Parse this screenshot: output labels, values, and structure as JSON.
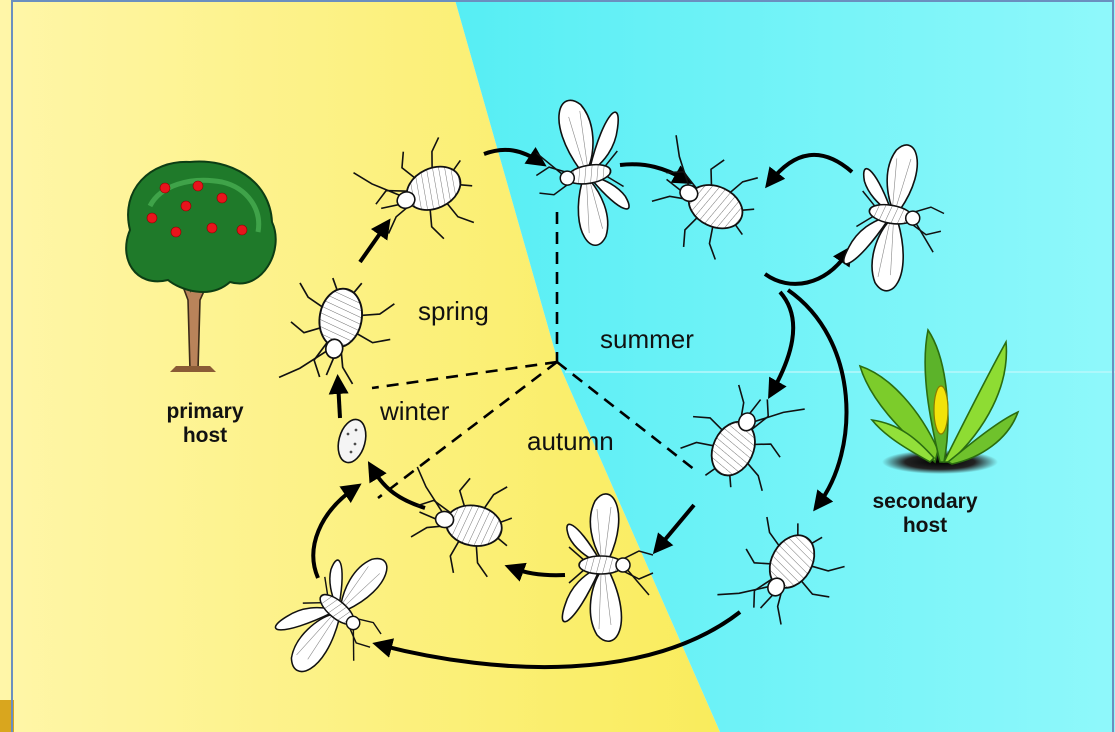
{
  "seasons": {
    "spring": "spring",
    "summer": "summer",
    "autumn": "autumn",
    "winter": "winter"
  },
  "hosts": {
    "primary": {
      "line1": "primary",
      "line2": "host"
    },
    "secondary": {
      "line1": "secondary",
      "line2": "host"
    }
  },
  "colors": {
    "yellow_bg": "#fbef6a",
    "cyan_bg": "#5ff3f7",
    "frame": "#6b8fbf",
    "arrow": "#000000",
    "fruit": "#e8141c",
    "tree": "#1f7a2a",
    "leaf": "#7ccc2b"
  },
  "icons": {
    "primary_host": "tree-icon",
    "secondary_host": "plant-icon",
    "insects": "aphid-icon"
  }
}
